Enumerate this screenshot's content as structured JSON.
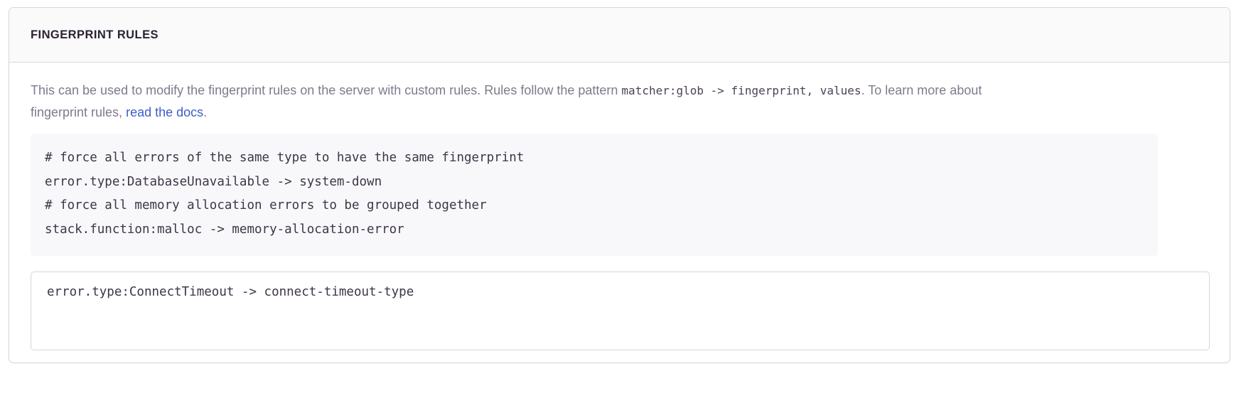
{
  "panel": {
    "title": "Fingerprint Rules",
    "description": {
      "text_before_code": "This can be used to modify the fingerprint rules on the server with custom rules. Rules follow the pattern",
      "inline_code": "matcher:glob -> fingerprint, values",
      "text_after_code": ". To learn more about fingerprint rules,",
      "link_label": "read the docs",
      "text_end": "."
    },
    "code_sample": {
      "lines": [
        "# force all errors of the same type to have the same fingerprint",
        "error.type:DatabaseUnavailable -> system-down",
        "# force all memory allocation errors to be grouped together",
        "stack.function:malloc -> memory-allocation-error"
      ],
      "text": "# force all errors of the same type to have the same fingerprint\nerror.type:DatabaseUnavailable -> system-down\n# force all memory allocation errors to be grouped together\nstack.function:malloc -> memory-allocation-error"
    },
    "rules_input": {
      "value": "error.type:ConnectTimeout -> connect-timeout-type",
      "placeholder": "error.type:ConnectTimeout -> connect-timeout-type"
    }
  },
  "colors": {
    "panel_border": "#d6d6e0",
    "header_background": "#fafafb",
    "title_text": "#2b2233",
    "description_text": "#80798c",
    "inline_code_text": "#4d4158",
    "link": "#3b5fc8",
    "code_block_background": "#f8f8fb",
    "code_text": "#3e3547"
  }
}
